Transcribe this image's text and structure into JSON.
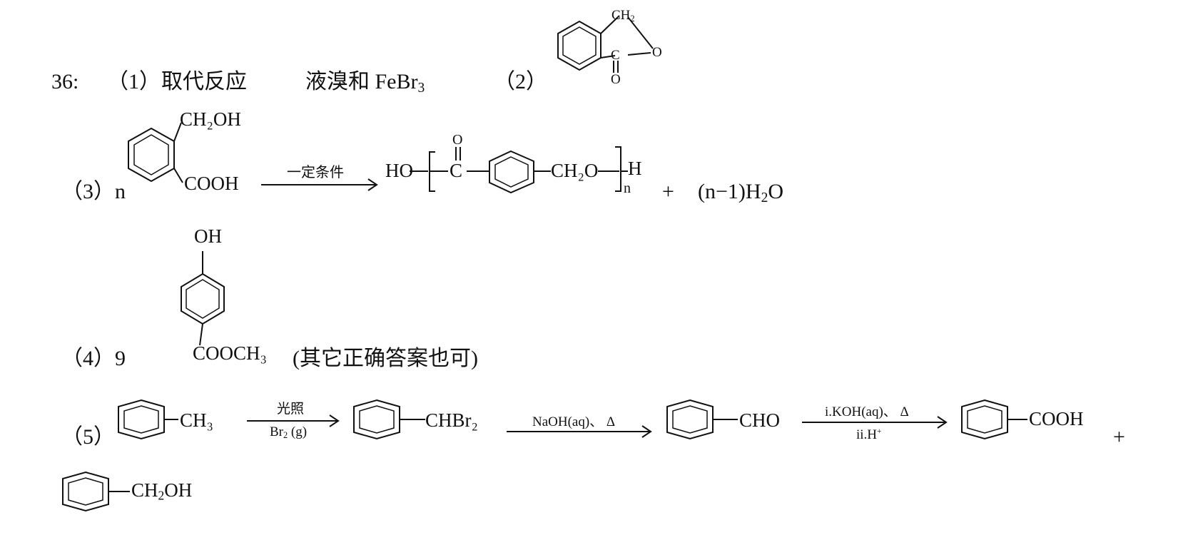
{
  "q36": {
    "number": "36:",
    "p1": {
      "label": "（1）",
      "reaction_type": "取代反应",
      "reagent_main": "液溴和 FeBr",
      "reagent_sub": "3"
    },
    "p2": {
      "label": "（2）",
      "struct": {
        "ch2": "CH",
        "ch2_sub": "2",
        "c": "C",
        "o_ring": "O",
        "o_dbl": "O"
      }
    },
    "p3": {
      "label": "（3）n",
      "reactant": {
        "ch2oh": "CH₂OH",
        "cooh": "COOH"
      },
      "condition": "一定条件",
      "polymer": {
        "ho": "HO",
        "o_top": "O",
        "c": "C",
        "ch2o": "CH₂O",
        "h": "H",
        "n": "n"
      },
      "plus": "+",
      "water_prefix": "(n−1)H",
      "water_sub": "2",
      "water_suffix": "O"
    },
    "p4": {
      "label": "（4）9",
      "oh": "OH",
      "cooch3": "COOCH₃",
      "note": "(其它正确答案也可)"
    },
    "p5": {
      "label": "（5）",
      "s1": "CH₃",
      "arrow1_top": "光照",
      "arrow1_bottom_main": "Br",
      "arrow1_bottom_sub": "2",
      "arrow1_bottom_rest": " (g)",
      "s2": "CHBr₂",
      "arrow2_top": "NaOH(aq)、 Δ",
      "s3": "CHO",
      "arrow3_top": "i.KOH(aq)、 Δ",
      "arrow3_bottom_main": "ii.H",
      "arrow3_bottom_sup": "+",
      "s4": "COOH",
      "plus": "+",
      "s5_main": "CH",
      "s5_sub": "2",
      "s5_rest": "OH"
    }
  }
}
